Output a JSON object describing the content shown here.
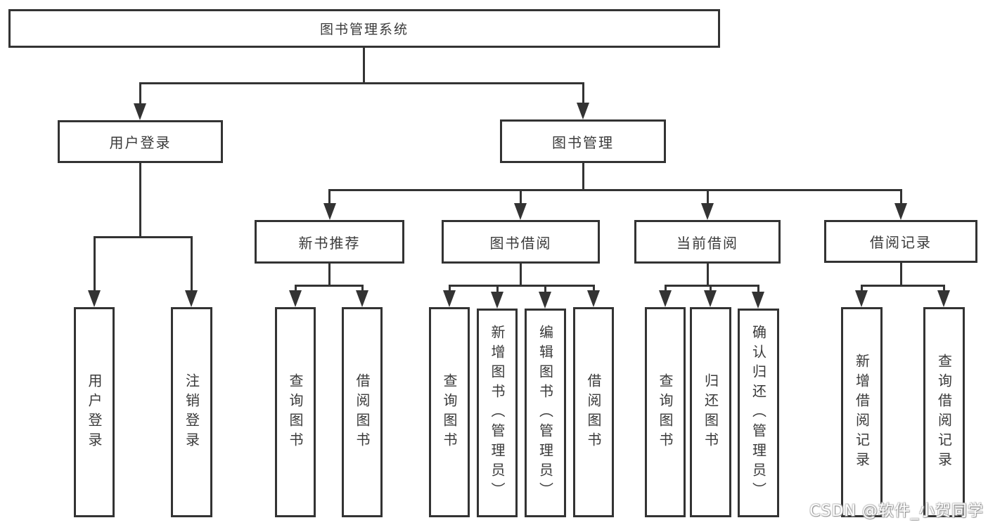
{
  "watermark": "CSDN @软件_小贺同学",
  "colors": {
    "line": "#333333",
    "text": "#3a3a3a",
    "background": "#ffffff",
    "watermark_text": "#ffffff"
  },
  "tree": {
    "label": "图书管理系统",
    "children": [
      {
        "label": "用户登录",
        "children": [
          {
            "label": "用户登录"
          },
          {
            "label": "注销登录"
          }
        ]
      },
      {
        "label": "图书管理",
        "children": [
          {
            "label": "新书推荐",
            "children": [
              {
                "label": "查询图书"
              },
              {
                "label": "借阅图书"
              }
            ]
          },
          {
            "label": "图书借阅",
            "children": [
              {
                "label": "查询图书"
              },
              {
                "label": "新增图书（管理员）"
              },
              {
                "label": "编辑图书（管理员）"
              },
              {
                "label": "借阅图书"
              }
            ]
          },
          {
            "label": "当前借阅",
            "children": [
              {
                "label": "查询图书"
              },
              {
                "label": "归还图书"
              },
              {
                "label": "确认归还（管理员）"
              }
            ]
          },
          {
            "label": "借阅记录",
            "children": [
              {
                "label": "新增借阅记录"
              },
              {
                "label": "查询借阅记录"
              }
            ]
          }
        ]
      }
    ]
  }
}
